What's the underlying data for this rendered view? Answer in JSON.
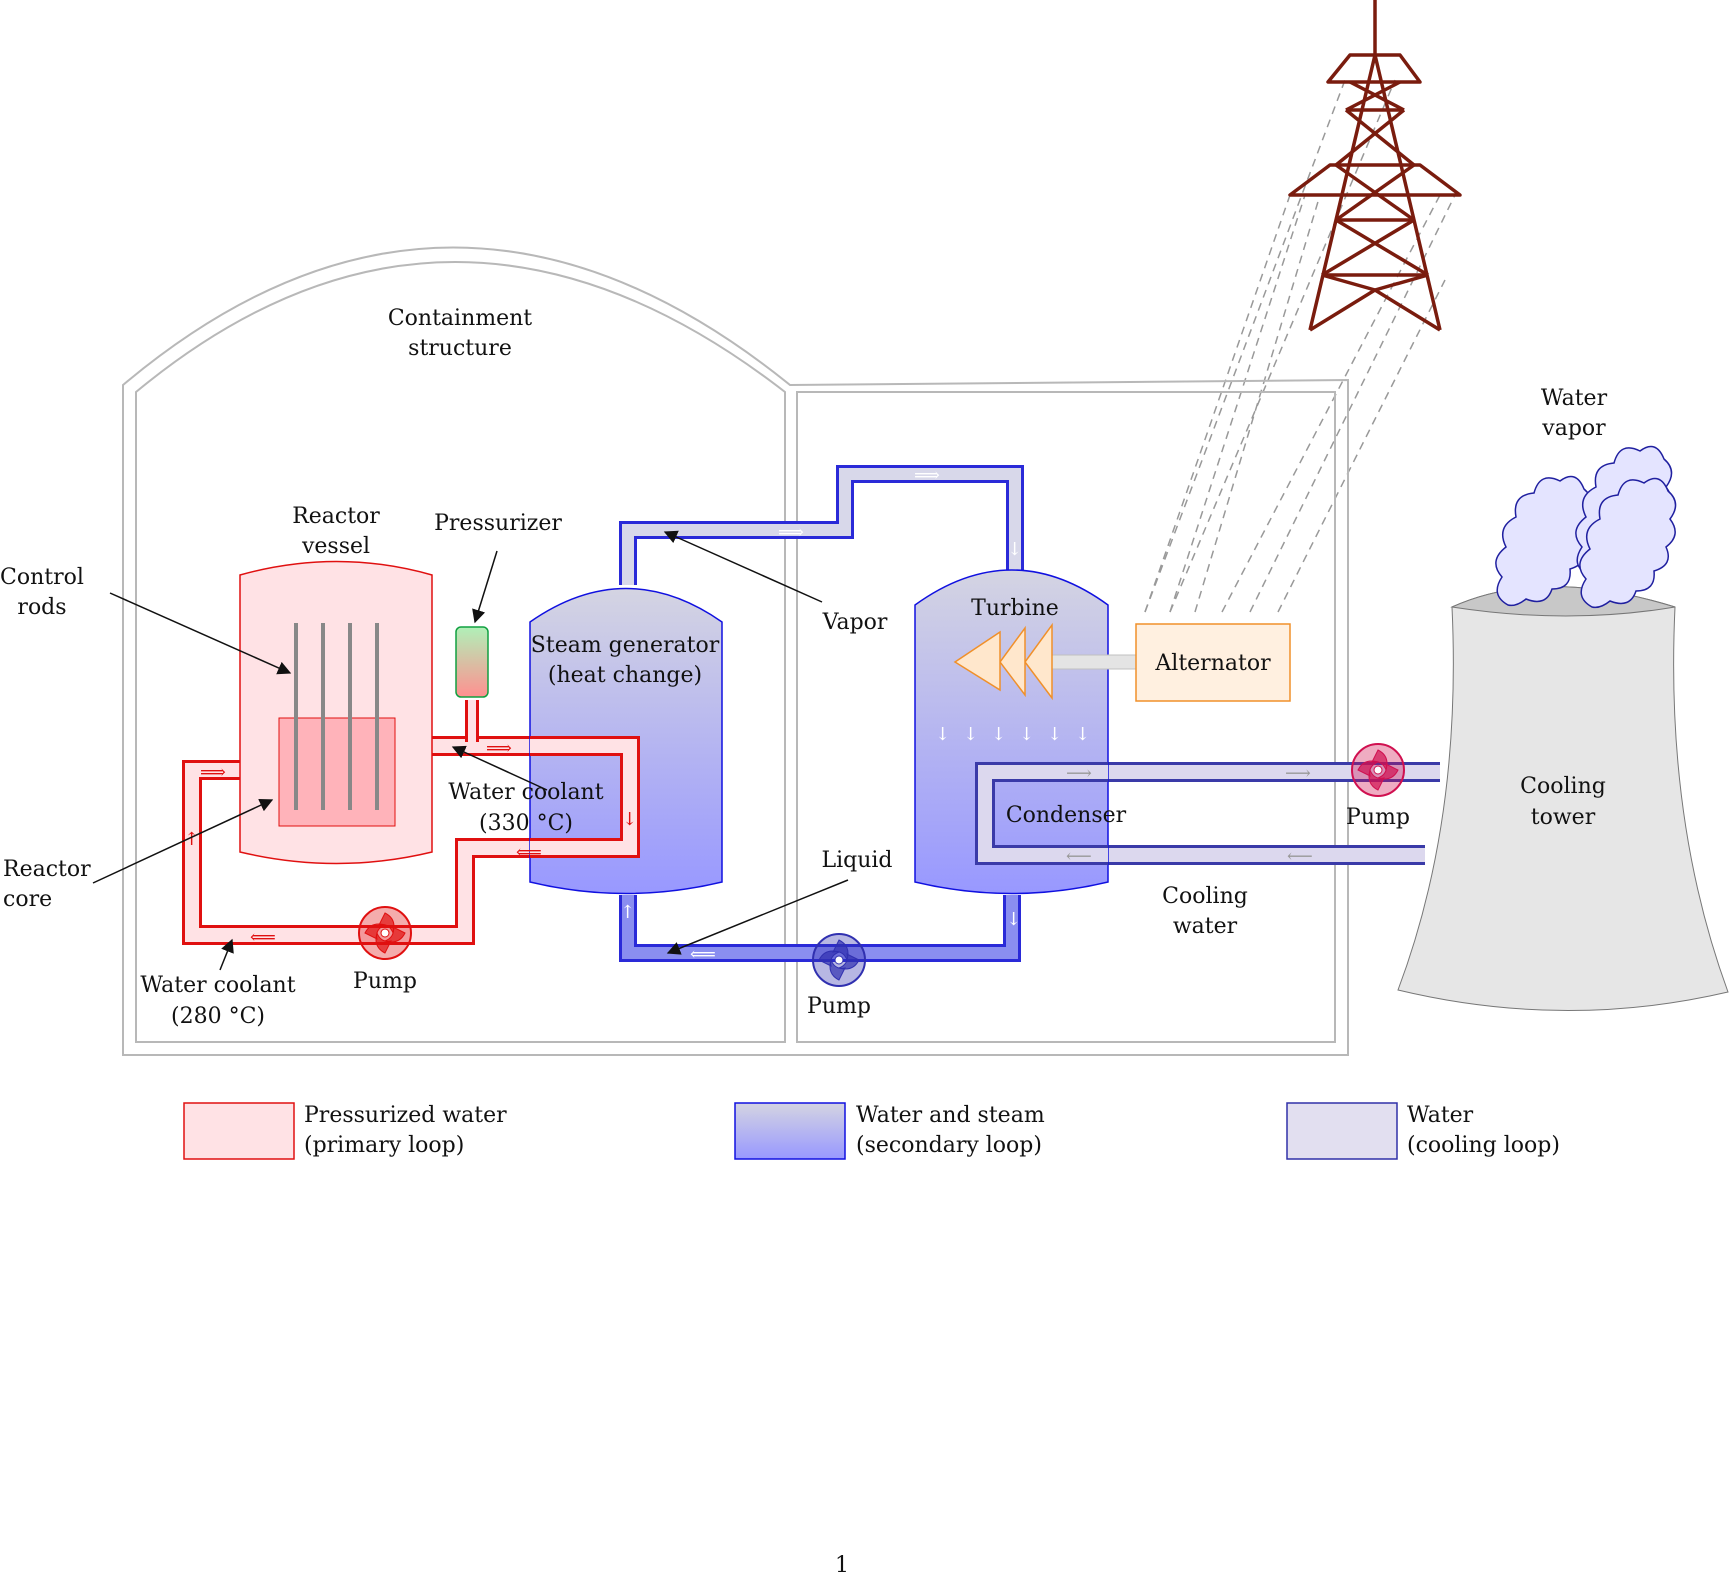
{
  "labels": {
    "containment": [
      "Containment",
      "structure"
    ],
    "reactor_vessel": [
      "Reactor",
      "vessel"
    ],
    "pressurizer": "Pressurizer",
    "control_rods": [
      "Control",
      "rods"
    ],
    "reactor_core": [
      "Reactor",
      "core"
    ],
    "steam_generator": [
      "Steam generator",
      "(heat change)"
    ],
    "water_coolant_hot": [
      "Water coolant",
      "(330 °C)"
    ],
    "water_coolant_cold": [
      "Water coolant",
      "(280 °C)"
    ],
    "primary_pump": "Pump",
    "vapor": "Vapor",
    "liquid": "Liquid",
    "secondary_pump": "Pump",
    "turbine": "Turbine",
    "alternator": "Alternator",
    "condenser": "Condenser",
    "cooling_water": [
      "Cooling",
      "water"
    ],
    "cooling_pump": "Pump",
    "cooling_tower": [
      "Cooling",
      "tower"
    ],
    "water_vapor": [
      "Water",
      "vapor"
    ]
  },
  "arrows": {
    "right": "⟹",
    "left": "⟸",
    "down": "↓",
    "up": "↑",
    "thin_right": "⟶",
    "thin_left": "⟵"
  },
  "legend": [
    {
      "line1": "Pressurized water",
      "line2": "(primary loop)",
      "fill": "#ffe2e5",
      "stroke": "#e01010"
    },
    {
      "line1": "Water and steam",
      "line2": "(secondary loop)",
      "fill": "#b4b4e4",
      "stroke": "#1010e0"
    },
    {
      "line1": "Water",
      "line2": "(cooling loop)",
      "fill": "#e2dff0",
      "stroke": "#3030a8"
    }
  ],
  "page_number": "1",
  "colors": {
    "primary": "#e01010",
    "primary_fill": "#ffe2e5",
    "core_fill": "#ffb3ba",
    "secondary": "#1010e0",
    "secondary_pipe": "#8a8ef0",
    "cooling_pipe": "#dcd8ee",
    "containment": "#b8b8b8",
    "pylon": "#7a1c0e",
    "turbine": "#f0902a",
    "tower_fill": "#e6e6e6"
  }
}
